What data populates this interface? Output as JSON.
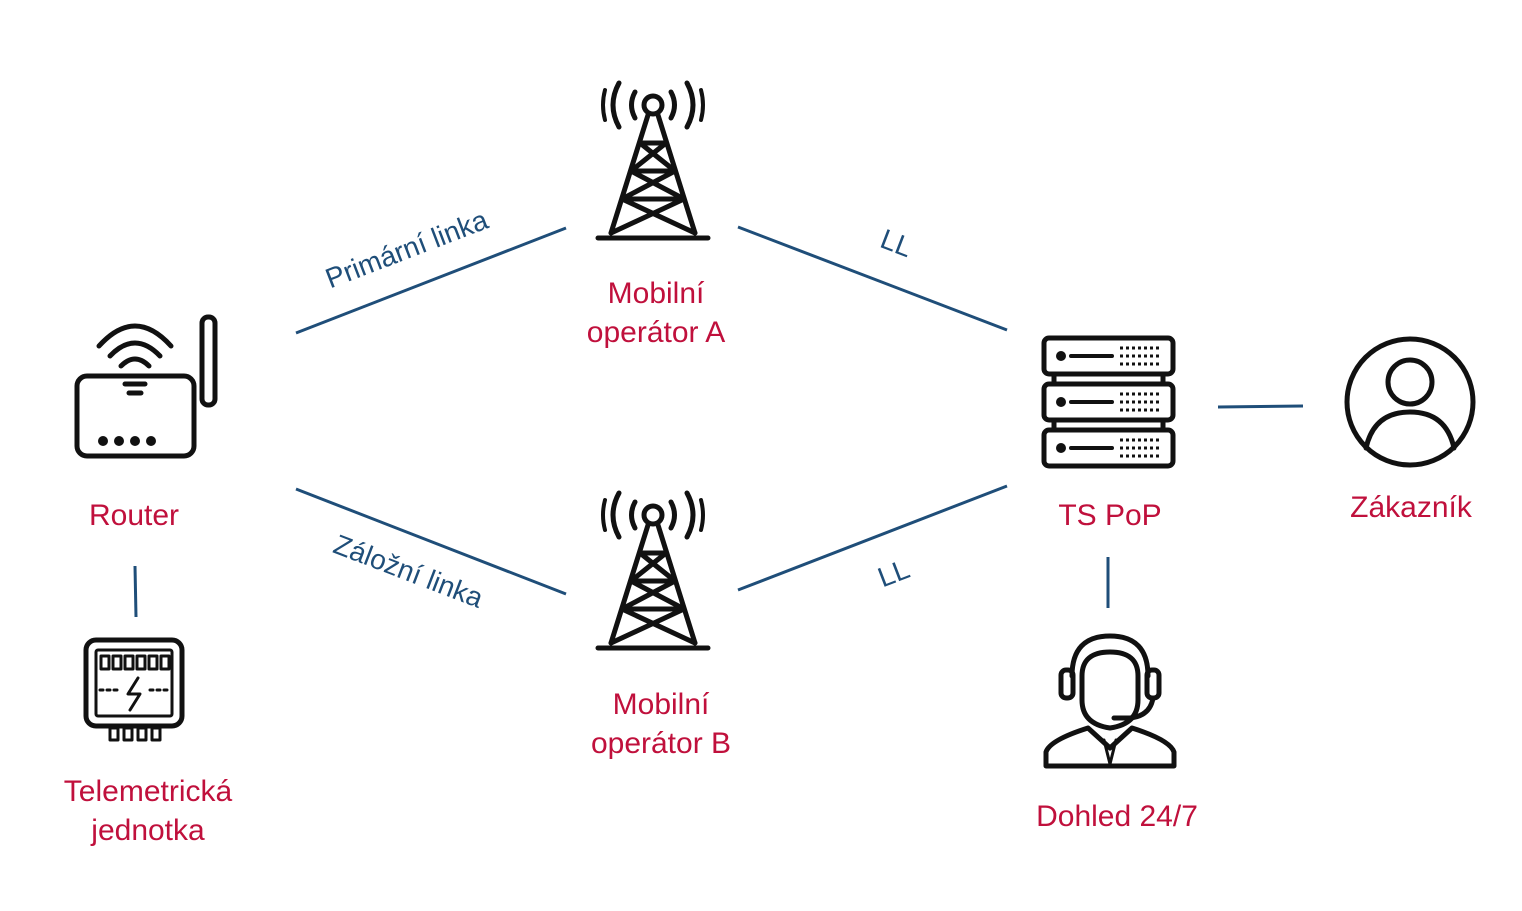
{
  "colors": {
    "label": "#c0103c",
    "link": "#1f4e79",
    "icon": "#111111",
    "background": "#ffffff"
  },
  "nodes": {
    "router": {
      "label": "Router",
      "icon": "wifi-router-icon"
    },
    "telemetry": {
      "label_line1": "Telemetrická",
      "label_line2": "jednotka",
      "icon": "electric-meter-icon"
    },
    "operator_a": {
      "label_line1": "Mobilní",
      "label_line2": "operátor A",
      "icon": "cell-tower-icon"
    },
    "operator_b": {
      "label_line1": "Mobilní",
      "label_line2": "operátor B",
      "icon": "cell-tower-icon"
    },
    "ts_pop": {
      "label": "TS PoP",
      "icon": "server-rack-icon"
    },
    "customer": {
      "label": "Zákazník",
      "icon": "user-circle-icon"
    },
    "monitoring": {
      "label": "Dohled 24/7",
      "icon": "headset-operator-icon"
    }
  },
  "links": {
    "primary": "Primární linka",
    "backup": "Záložní linka",
    "ll_a": "LL",
    "ll_b": "LL"
  }
}
